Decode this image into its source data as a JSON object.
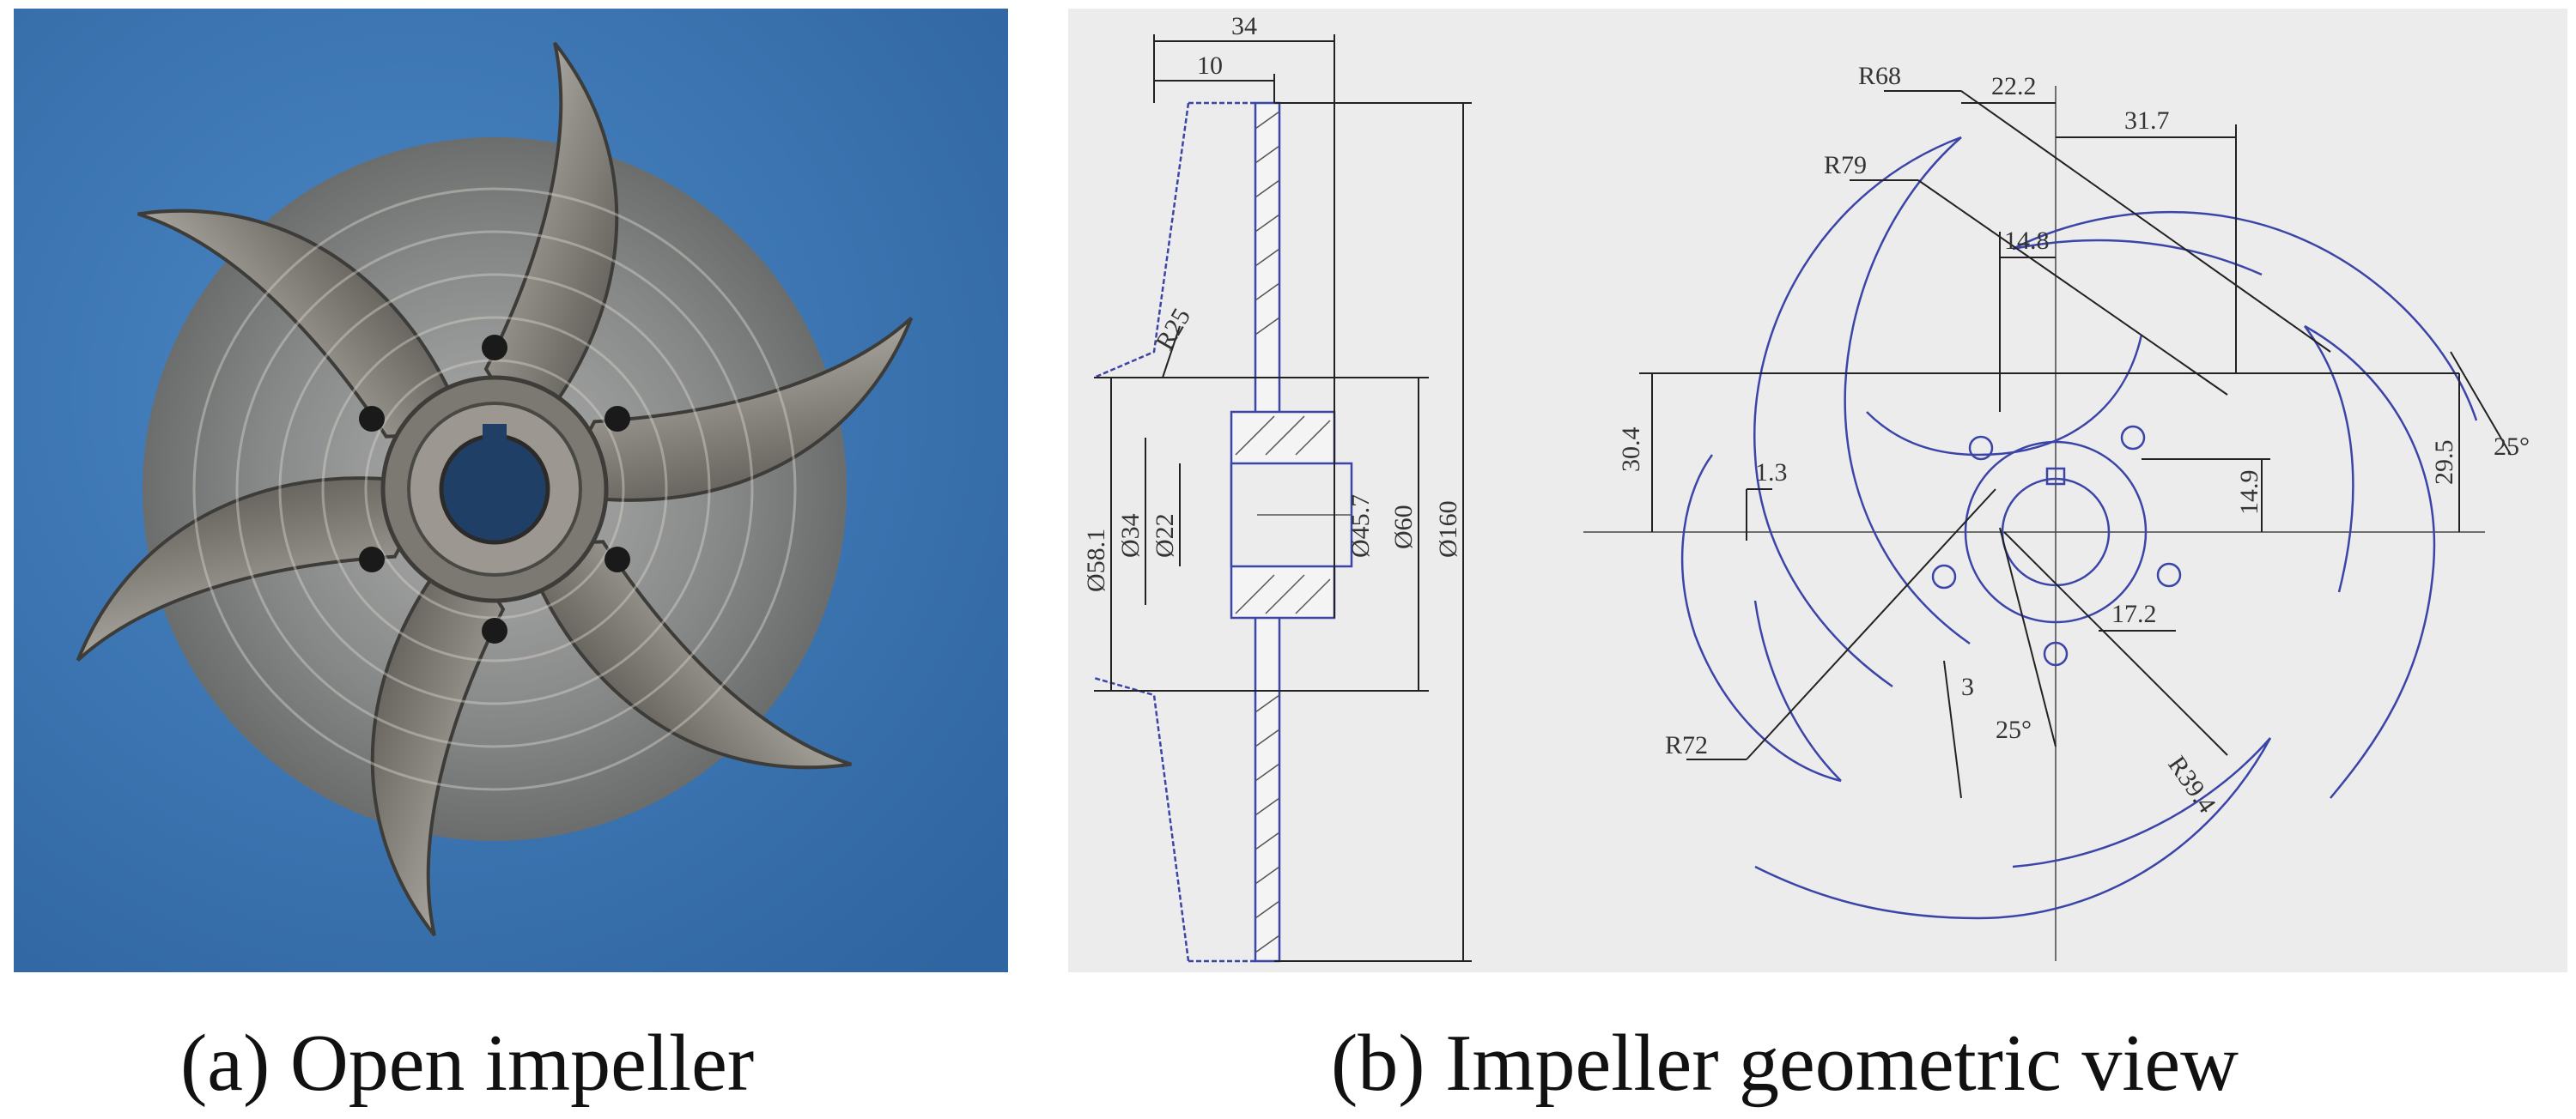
{
  "captions": {
    "a": "(a) Open impeller",
    "b": "(b) Impeller geometric view"
  },
  "side_view_dims": {
    "width_34": "34",
    "width_10": "10",
    "r25": "R25",
    "d58_1": "Ø58.1",
    "d34": "Ø34",
    "d22": "Ø22",
    "d45_7": "Ø45.7",
    "d60": "Ø60",
    "d160": "Ø160"
  },
  "front_view_dims": {
    "r68": "R68",
    "r79": "R79",
    "r72": "R72",
    "r39_4": "R39.4",
    "d22_2": "22.2",
    "d31_7": "31.7",
    "d14_8": "14.8",
    "d30_4": "30.4",
    "d1_3": "1.3",
    "d14_9": "14.9",
    "d29_5": "29.5",
    "d17_2": "17.2",
    "d3": "3",
    "a25_top": "25°",
    "a25_bottom": "25°"
  },
  "colors": {
    "photo_background": "#3f78b5",
    "metal": "#8d8a84",
    "drawing_background": "#ececec",
    "blade_line": "#3b45a8",
    "dimension_line": "#222222"
  }
}
